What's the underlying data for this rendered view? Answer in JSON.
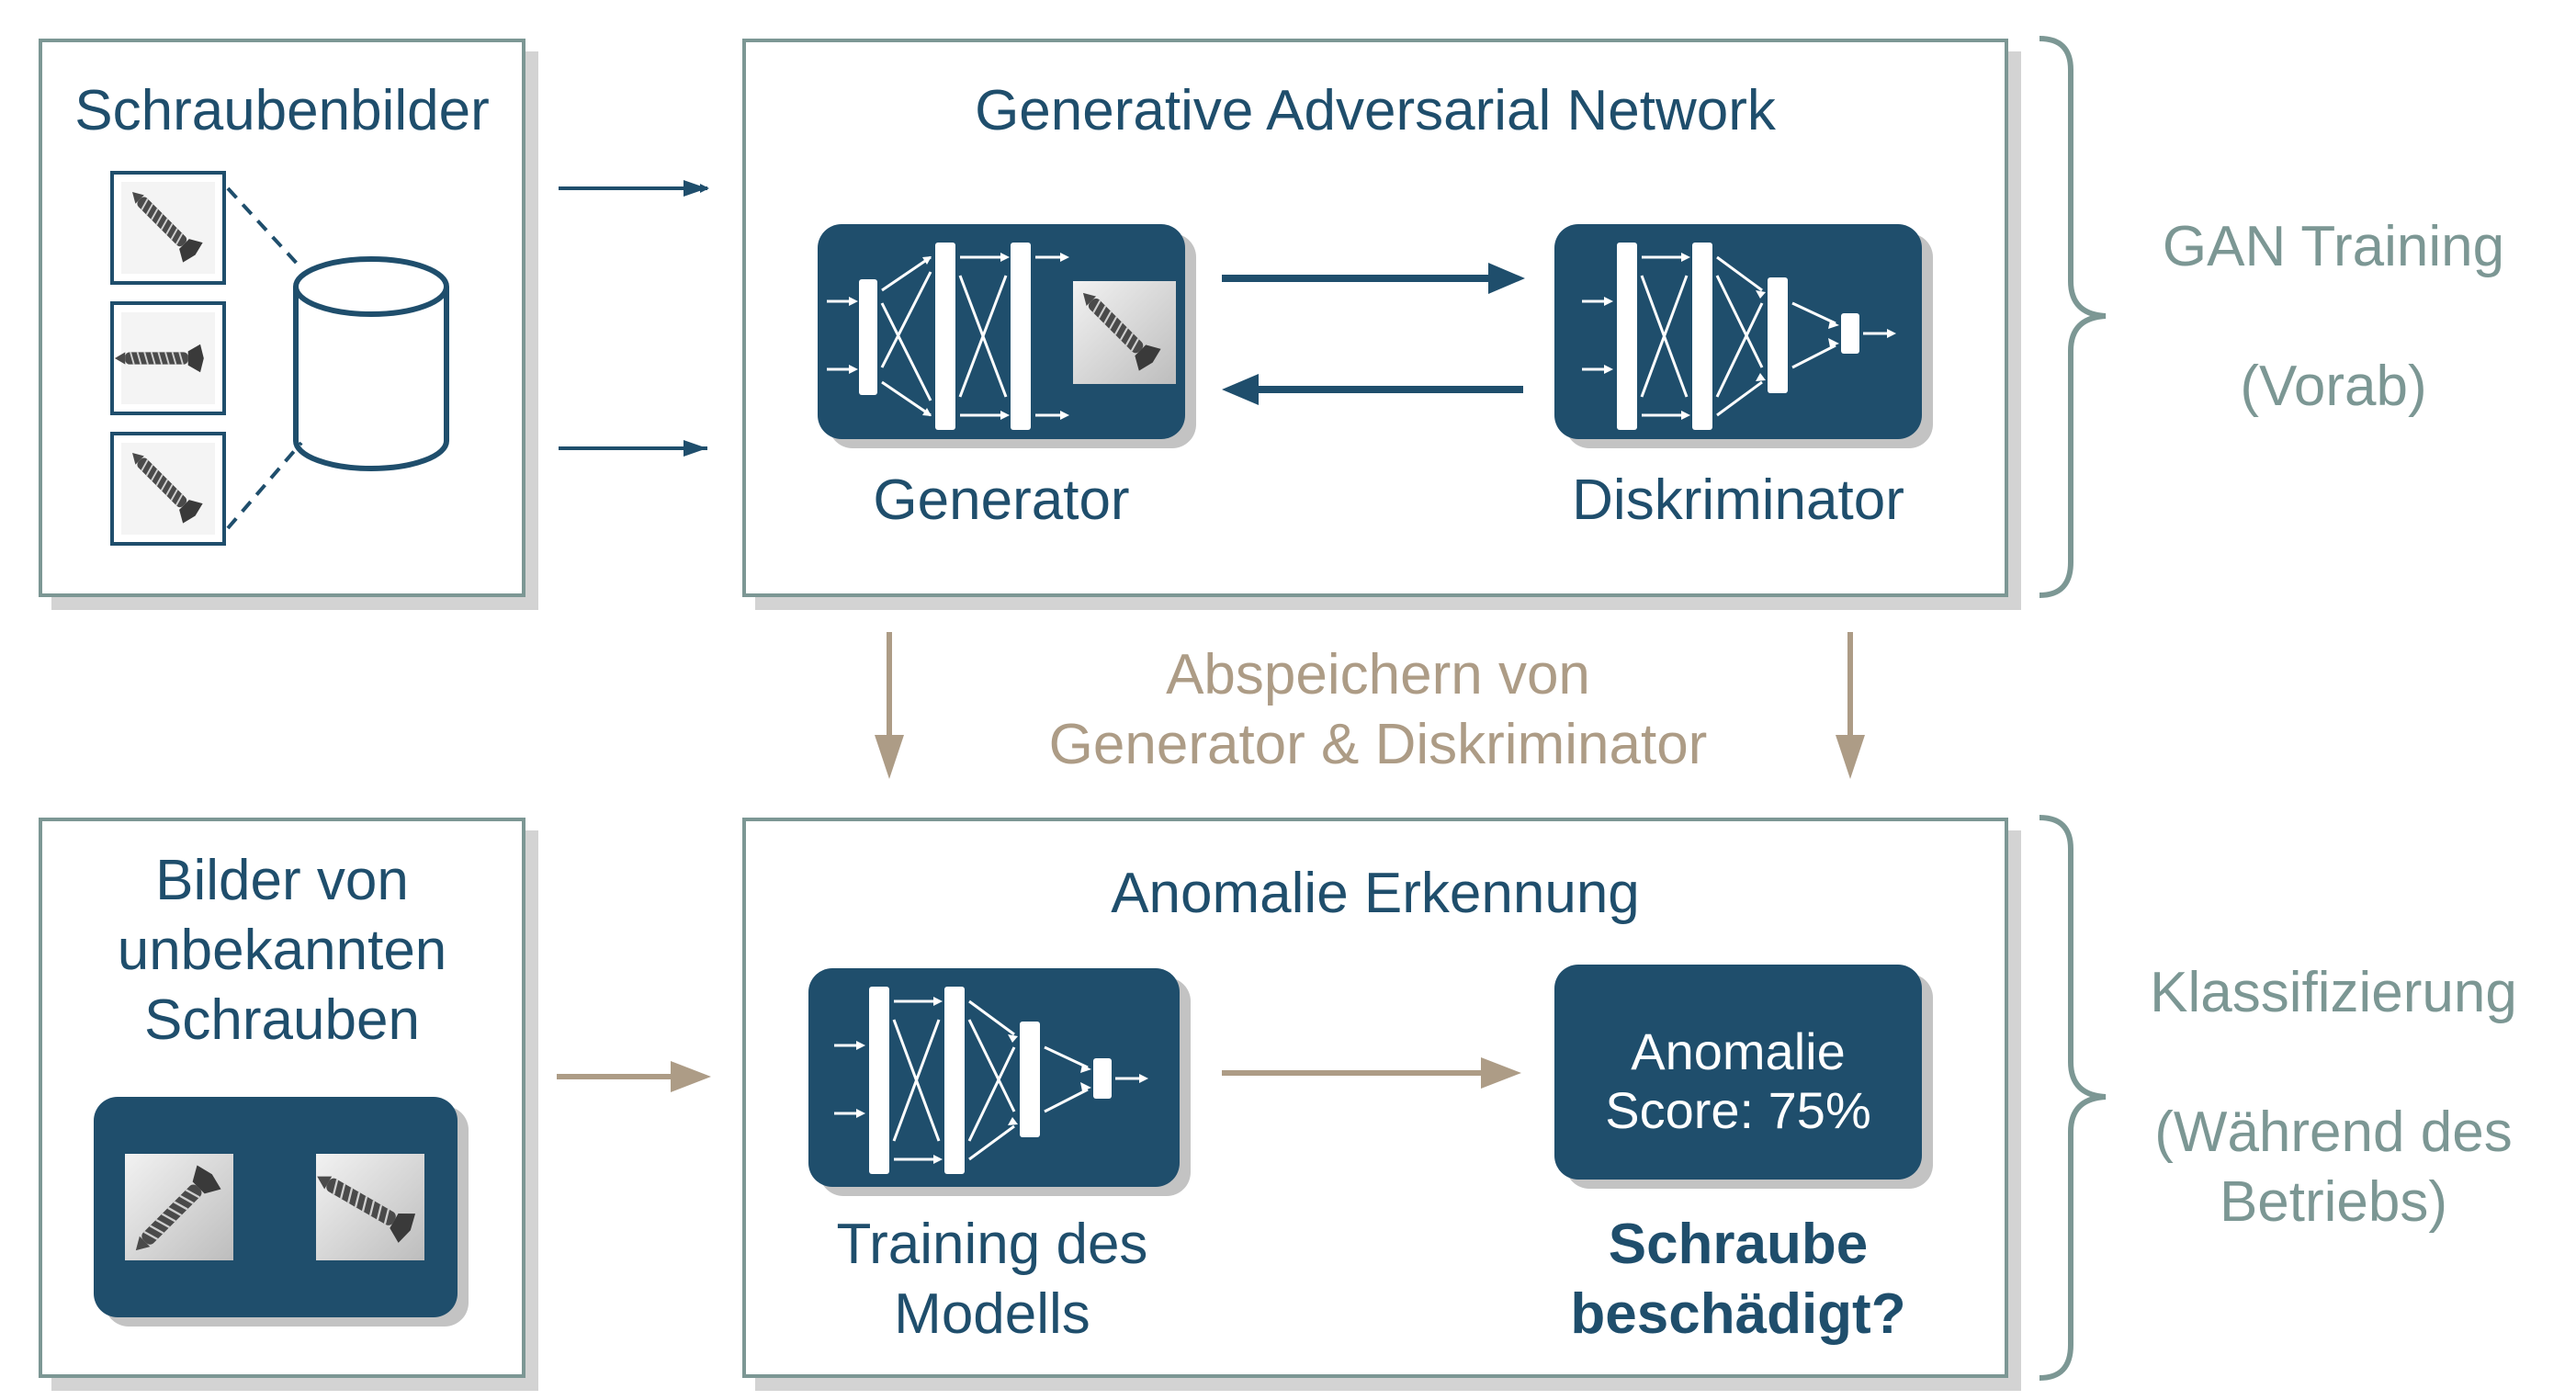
{
  "left_top": {
    "title": "Schraubenbilder"
  },
  "gan_box": {
    "title": "Generative Adversarial Network",
    "generator_label": "Generator",
    "discriminator_label": "Diskriminator"
  },
  "middle": {
    "line1": "Abspeichern von",
    "line2": "Generator & Diskriminator"
  },
  "left_bottom": {
    "line1": "Bilder von",
    "line2": "unbekannten",
    "line3": "Schrauben"
  },
  "anomaly_box": {
    "title": "Anomalie Erkennung",
    "training_line1": "Training des",
    "training_line2": "Modells",
    "score_line1": "Anomalie",
    "score_line2": "Score: 75%",
    "result_line1": "Schraube",
    "result_line2": "beschädigt?"
  },
  "right_labels": {
    "top_line1": "GAN Training",
    "top_line2": "(Vorab)",
    "bottom_line1": "Klassifizierung",
    "bottom_line2": "(Während des",
    "bottom_line3": "Betriebs)"
  },
  "colors": {
    "navy": "#1f4e6c",
    "frame": "#7c9794",
    "tan": "#ad9c86",
    "shadow": "#d3d3d3"
  },
  "icons": [
    "screw-image-icon",
    "database-cylinder-icon",
    "neural-network-icon",
    "curly-brace-icon"
  ]
}
